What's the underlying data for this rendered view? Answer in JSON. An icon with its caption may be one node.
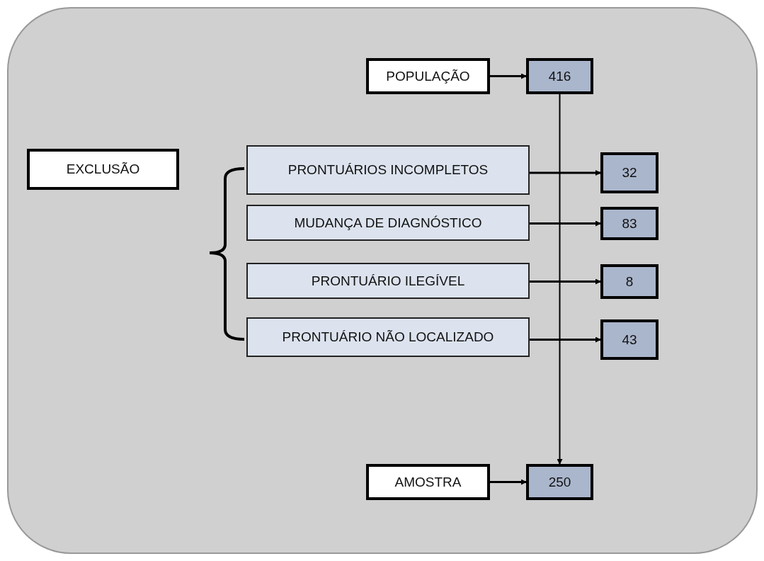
{
  "diagram": {
    "nodes": [
      {
        "text": [
          "POPULAÇÃO"
        ]
      },
      {
        "text": [
          "416"
        ]
      },
      {
        "text": [
          "EXCLUSÃO"
        ]
      },
      {
        "text": [
          "PRONTUÁRIOS INCOMPLETOS"
        ]
      },
      {
        "text": [
          "32"
        ]
      },
      {
        "text": [
          "MUDANÇA DE DIAGNÓSTICO"
        ]
      },
      {
        "text": [
          "83"
        ]
      },
      {
        "text": [
          "PRONTUÁRIO ILEGÍVEL"
        ]
      },
      {
        "text": [
          "8"
        ]
      },
      {
        "text": [
          "PRONTUÁRIO NÃO LOCALIZADO"
        ]
      },
      {
        "text": [
          "43"
        ]
      },
      {
        "text": [
          "AMOSTRA"
        ]
      },
      {
        "text": [
          "250"
        ]
      }
    ],
    "edges": [
      {
        "from": 0,
        "to": 1,
        "arrow": "to"
      },
      {
        "from": 1,
        "to": 12,
        "arrow": "to"
      },
      {
        "from": 3,
        "to": 4,
        "arrow": "to"
      },
      {
        "from": 5,
        "to": 6,
        "arrow": "to"
      },
      {
        "from": 7,
        "to": 8,
        "arrow": "to"
      },
      {
        "from": 9,
        "to": 10,
        "arrow": "to"
      },
      {
        "from": 11,
        "to": 12,
        "arrow": "to"
      }
    ]
  }
}
